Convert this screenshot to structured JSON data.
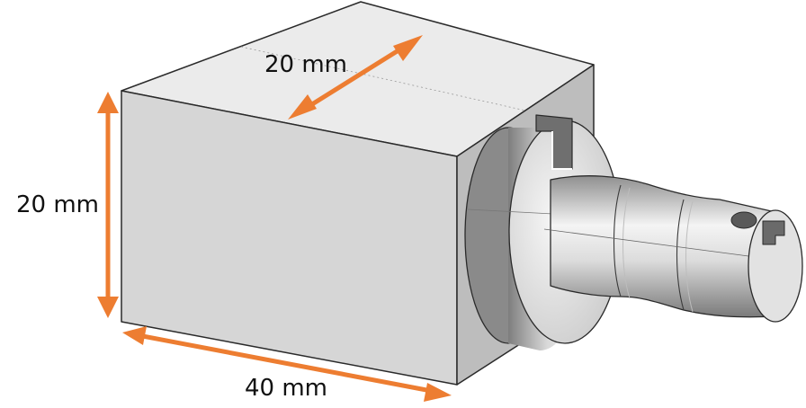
{
  "dimensions": {
    "depth": "20 mm",
    "height": "20 mm",
    "length": "40 mm"
  },
  "colors": {
    "arrow": "#ed7d31",
    "block_front": "#d6d6d6",
    "block_top": "#ebebeb",
    "block_side": "#bdbdbd",
    "edge": "#2a2a2a"
  }
}
